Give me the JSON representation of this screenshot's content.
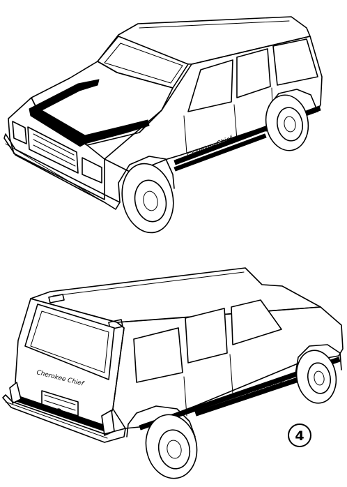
{
  "figure": {
    "number_badge": "4",
    "front_vehicle_decal": "Cherokee Chief",
    "rear_vehicle_decal": "Cherokee Chief",
    "rear_side_decal": "Cherokee Chief"
  }
}
